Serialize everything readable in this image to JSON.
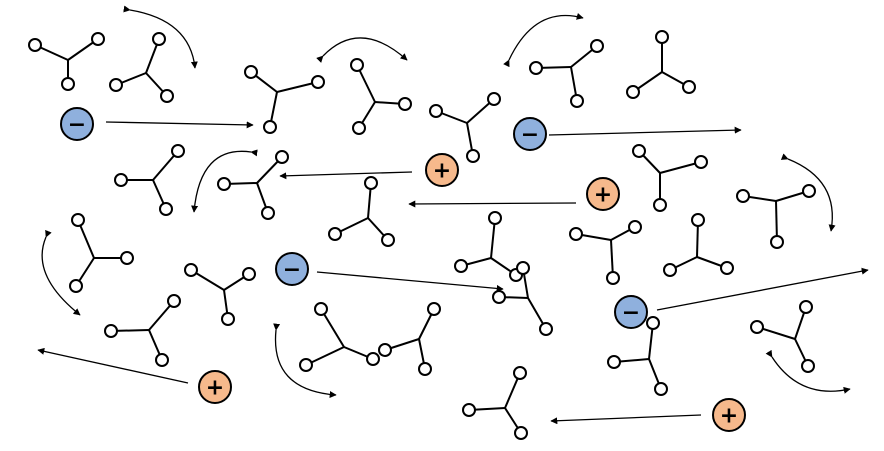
{
  "diagram": {
    "type": "molecular-motion-illustration",
    "colors": {
      "negative_ion_fill": "#8fb0dd",
      "positive_ion_fill": "#f6b98c",
      "outline": "#000000",
      "background": "#ffffff"
    },
    "ion_symbols": {
      "negative": "−",
      "positive": "+"
    },
    "ion_counts": {
      "negative": 4,
      "positive": 4
    },
    "icons": [
      "molecule-icon",
      "negative-ion-icon",
      "positive-ion-icon",
      "drift-arrow-icon",
      "rotation-arrow-icon"
    ]
  }
}
